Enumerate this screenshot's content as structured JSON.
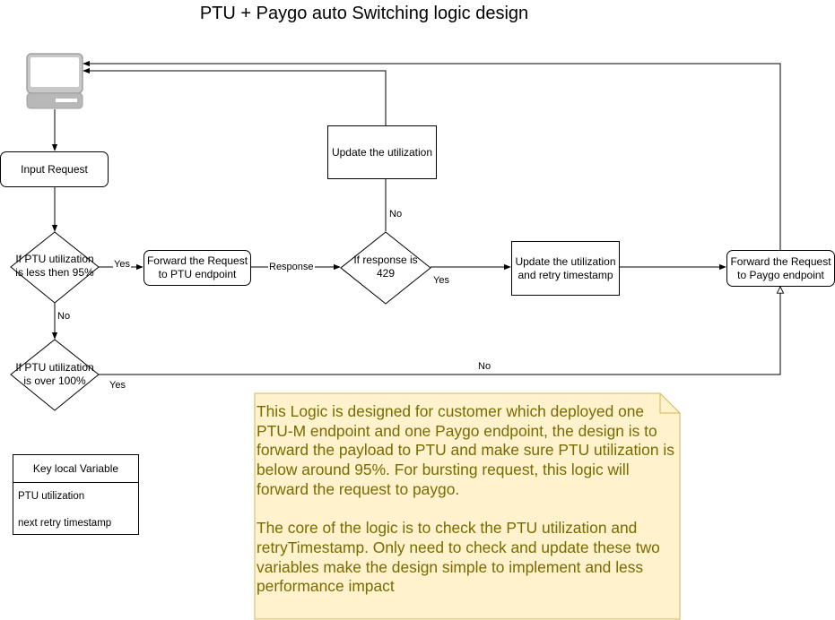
{
  "title": "PTU + Paygo auto Switching logic design",
  "colors": {
    "stroke": "#000000",
    "note_fill": "#fff2cc",
    "note_border": "#d6b656",
    "note_text": "#7a6a00",
    "monitor_gray": "#a8a8a8"
  },
  "icons": {
    "client": "computer-monitor-icon"
  },
  "nodes": {
    "input_request": "Input Request",
    "decision_ptu_less_95": "If PTU utilization is less then 95%",
    "forward_ptu": "Forward the Request to PTU endpoint",
    "decision_response_429": "If response is 429",
    "update_utilization": "Update the utilization",
    "update_utilization_retry": "Update the utilization and retry timestamp",
    "forward_paygo": "Forward the Request to Paygo endpoint",
    "decision_ptu_over_100": "If PTU utilization is over 100%"
  },
  "edge_labels": {
    "less95_yes": "Yes",
    "less95_no": "No",
    "response": "Response",
    "r429_no": "No",
    "r429_yes": "Yes",
    "over100_yes": "Yes",
    "over100_no": "No"
  },
  "variables_table": {
    "header": "Key local Variable",
    "rows": [
      "PTU utilization",
      "next retry timestamp"
    ]
  },
  "note": {
    "paragraphs": [
      "This Logic is designed for customer which deployed one PTU-M endpoint and one Paygo endpoint, the design is to forward the payload to PTU and make sure PTU utilization is below around 95%. For bursting request, this logic will forward the request to paygo.",
      "The core of the logic is to check the PTU utilization and retryTimestamp. Only need to check and update these two variables make the design simple to implement and less performance impact"
    ]
  }
}
